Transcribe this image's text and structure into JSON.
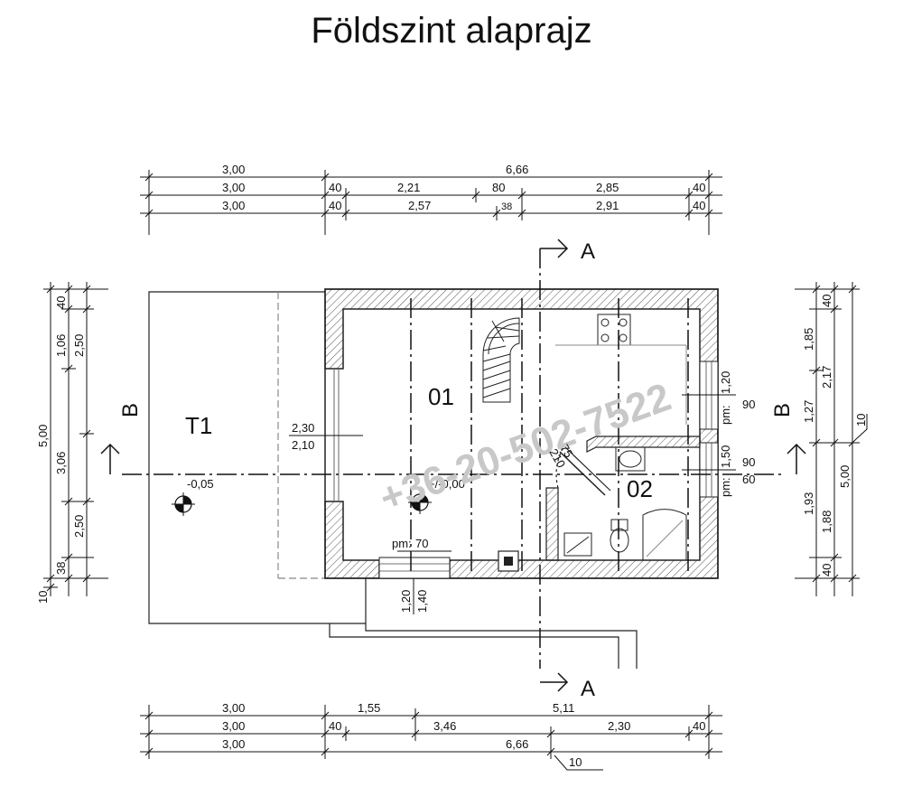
{
  "title": "Földszint alaprajz",
  "watermark": "+36-20-502-7522",
  "rooms": {
    "terrace": "T1",
    "living": "01",
    "bath": "02"
  },
  "levels": {
    "terrace": "-0,05",
    "living": "+/-0,00"
  },
  "sections": {
    "a": "A",
    "b": "B"
  },
  "dims": {
    "top": {
      "r1_left": "3,00",
      "r1_right": "6,66",
      "r2": [
        "3,00",
        "40",
        "2,21",
        "80",
        "2,85",
        "40"
      ],
      "r3": [
        "3,00",
        "40",
        "2,57",
        "38",
        "2,91",
        "40"
      ]
    },
    "bottom": {
      "r1": [
        "3,00",
        "1,55",
        "5,11"
      ],
      "r2": [
        "3,00",
        "40",
        "3,46",
        "2,30",
        "40"
      ],
      "r3": [
        "3,00",
        "6,66"
      ],
      "note": "10"
    },
    "left": {
      "outer": [
        "5,00",
        "3,06",
        "10"
      ],
      "mid": [
        "40",
        "1,06",
        "2,50",
        "2,50",
        "38"
      ]
    },
    "right": {
      "outer": [
        "1,85",
        "1,27",
        "1,93"
      ],
      "inner": [
        "40",
        "2,17",
        "5,00",
        "1,88",
        "40"
      ],
      "note": "10"
    },
    "openings": {
      "terrace_door": [
        "2,30",
        "2,10"
      ],
      "win1": [
        "pm:",
        "1,20",
        "90"
      ],
      "win2": [
        "pm:",
        "1,50",
        "90",
        "60"
      ],
      "bottom_win": [
        "pm:",
        "70"
      ],
      "bottom_win_h": [
        "1,20",
        "1,40"
      ],
      "bath_door": [
        "75",
        "210"
      ]
    }
  }
}
